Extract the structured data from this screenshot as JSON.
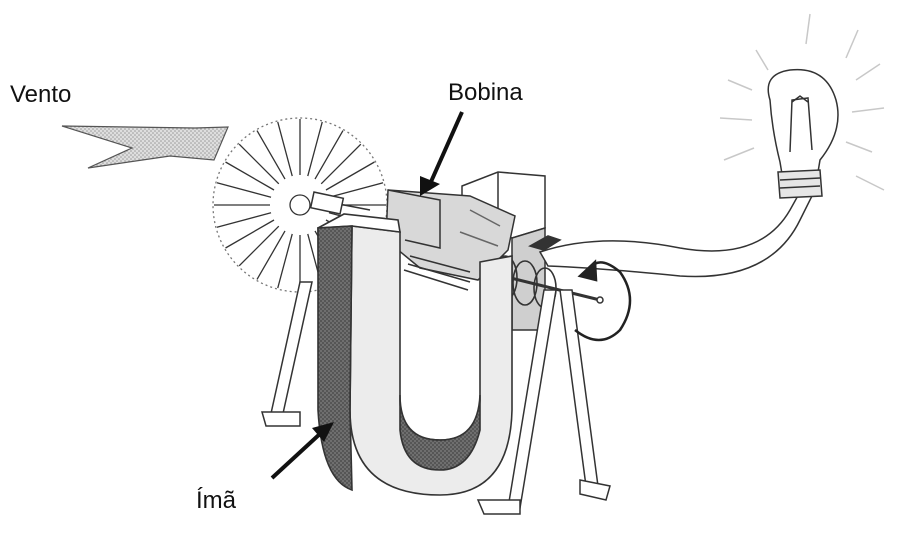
{
  "labels": {
    "wind": "Vento",
    "coil": "Bobina",
    "magnet": "Ímã"
  }
}
